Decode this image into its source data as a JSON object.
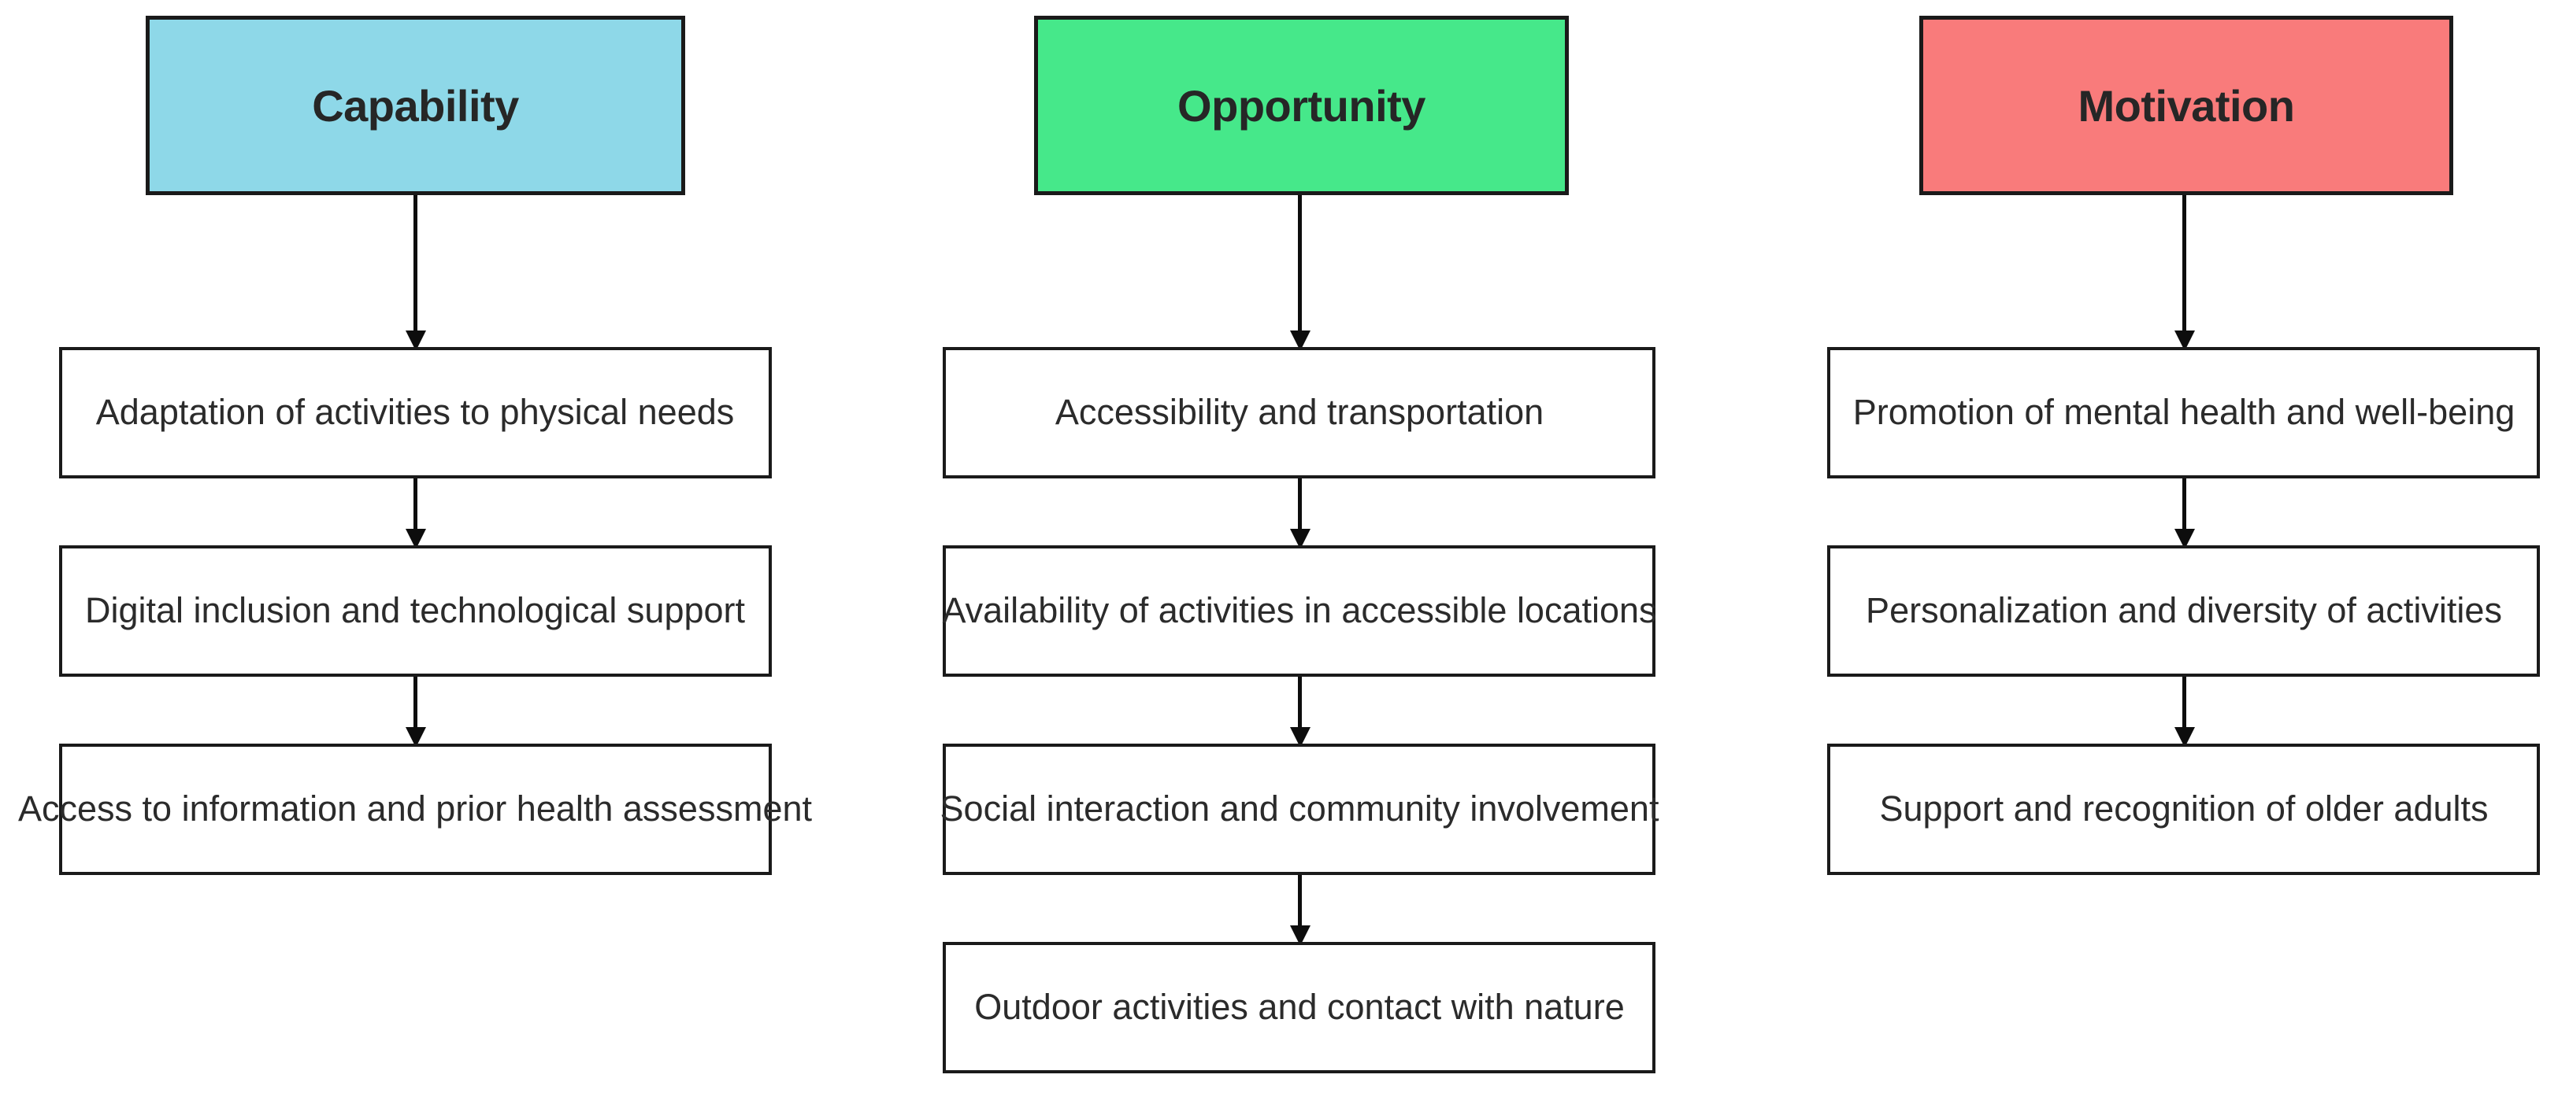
{
  "diagram": {
    "type": "flowchart",
    "title": "",
    "columns": [
      {
        "id": "capability",
        "header": "Capability",
        "header_color": "#8ed8e8",
        "nodes": [
          "Adaptation of activities to physical needs",
          "Digital inclusion and technological support",
          "Access to information and prior health assessment"
        ]
      },
      {
        "id": "opportunity",
        "header": "Opportunity",
        "header_color": "#46e88a",
        "nodes": [
          "Accessibility and transportation",
          "Availability of activities in accessible locations",
          "Social interaction and community involvement",
          "Outdoor activities and contact with nature"
        ]
      },
      {
        "id": "motivation",
        "header": "Motivation",
        "header_color": "#f97b7b",
        "nodes": [
          "Promotion of mental health and well-being",
          "Personalization and diversity of activities",
          "Support and recognition of older adults"
        ]
      }
    ],
    "colors": {
      "background": "#ffffff",
      "node_fill": "#ffffff",
      "stroke": "#1a1a1a",
      "text": "#2b2b2b",
      "arrow": "#0d0d0d"
    }
  }
}
